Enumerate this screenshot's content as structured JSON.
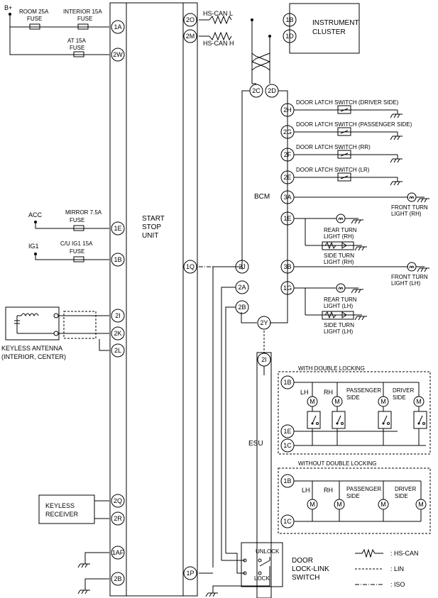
{
  "power": {
    "b_plus": "B+",
    "acc": "ACC",
    "ig1": "IG1"
  },
  "fuses": {
    "room": [
      "ROOM 25A",
      "FUSE"
    ],
    "interior": [
      "INTERIOR 15A",
      "FUSE"
    ],
    "at": [
      "AT 15A",
      "FUSE"
    ],
    "mirror": [
      "MIRROR 7.5A",
      "FUSE"
    ],
    "cu_ig1": [
      "C/U IG1 15A",
      "FUSE"
    ]
  },
  "start_stop_unit": [
    "START",
    "STOP",
    "UNIT"
  ],
  "ssu_pins_left": [
    "1A",
    "2W",
    "1E",
    "1B",
    "2I",
    "2K",
    "2L",
    "2Q",
    "2R",
    "1AF",
    "2B"
  ],
  "ssu_pins_right": [
    "2O",
    "2M",
    "1Q",
    "1P"
  ],
  "can": {
    "l": "HS-CAN L",
    "h": "HS-CAN H"
  },
  "instrument_cluster": {
    "lines": [
      "INSTRUMENT",
      "CLUSTER"
    ],
    "pins": [
      "1B",
      "1D"
    ]
  },
  "keyless_antenna": [
    "KEYLESS ANTENNA",
    "(INTERIOR, CENTER)"
  ],
  "keyless_receiver": [
    "KEYLESS",
    "RECEIVER"
  ],
  "bcm": {
    "label": "BCM",
    "pins": [
      "2C",
      "2D",
      "2H",
      "2G",
      "2F",
      "2E",
      "3A",
      "1E",
      "3B",
      "1G",
      "2J",
      "2A",
      "2B",
      "2Y"
    ],
    "door_switches": [
      "DOOR LATCH SWITCH (DRIVER SIDE)",
      "DOOR LATCH SWITCH (PASSENGER SIDE)",
      "DOOR LATCH SWITCH (RR)",
      "DOOR LATCH SWITCH (LR)"
    ],
    "front_turn_rh": [
      "FRONT TURN",
      "LIGHT (RH)"
    ],
    "rear_turn_rh": [
      "REAR TURN",
      "LIGHT (RH)"
    ],
    "side_turn_rh": [
      "SIDE TURN",
      "LIGHT (RH)"
    ],
    "front_turn_lh": [
      "FRONT TURN",
      "LIGHT (LH)"
    ],
    "rear_turn_lh": [
      "REAR TURN",
      "LIGHT (LH)"
    ],
    "side_turn_lh": [
      "SIDE TURN",
      "LIGHT (LH)"
    ]
  },
  "esu": {
    "label": "ESU",
    "pin_top": "2I",
    "with_double": "WITH DOUBLE LOCKING",
    "without_double": "WITHOUT DOUBLE LOCKING",
    "motor_labels": {
      "lh": "LH",
      "rh": "RH",
      "passenger": [
        "PASSENGER",
        "SIDE"
      ],
      "driver": [
        "DRIVER",
        "SIDE"
      ]
    },
    "pins_with": [
      "1B",
      "1E",
      "1C"
    ],
    "pins_without": [
      "1B",
      "1C"
    ],
    "motor_symbol": "M"
  },
  "door_lock_switch": {
    "unlock": "UNLOCK",
    "lock": "LOCK",
    "title": [
      "DOOR",
      "LOCK-LINK",
      "SWITCH"
    ]
  },
  "legend": {
    "hs_can": ": HS-CAN",
    "lin": ": LIN",
    "iso": ": ISO"
  }
}
